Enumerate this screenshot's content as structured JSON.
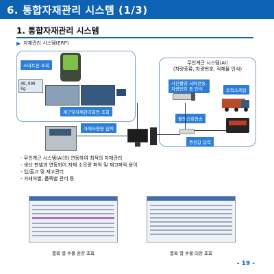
{
  "header": {
    "title": "6. 통합자재관리 시스템 (1/3)",
    "bar_color": "#0e62b3"
  },
  "section": {
    "title": "1. 통합자재관리 시스템"
  },
  "erp": {
    "label": "자재관리 시스템(ERP)",
    "smartphone_tag": "스마트폰 조회",
    "lcd_value": "49,999 kg",
    "screen_tag": "계근및자재관리화면 조회",
    "input_tag": "자재사용량 입력"
  },
  "ai": {
    "title_line1": "무인계근 시스템(AI)",
    "title_line2": "(차량종류, 차량번호, 적재물 인식)",
    "camera_tag_line1": "사진촬영 서버전송,",
    "camera_tag_line2": "차량번호 등 인식",
    "scale_tag": "트럭스케일",
    "signal_tag": "촬영신호전송",
    "weight_tag": "중량값 입력"
  },
  "bullets": [
    "- 무인계근 시스템(AI)와 연동하여 최적의 자재관리",
    "- 생산 판넬과 연동되어 자재 소모량 파악 및 재고파악 용이",
    "- 입/출고 및 재고관리",
    "- 거래처별, 품목별 관리 등"
  ],
  "thumbnails": {
    "left_caption": "품목 별 수불 원장 조회",
    "right_caption": "품목 별 수불 대장 조회"
  },
  "footer": {
    "page_number": "- 19 -"
  }
}
